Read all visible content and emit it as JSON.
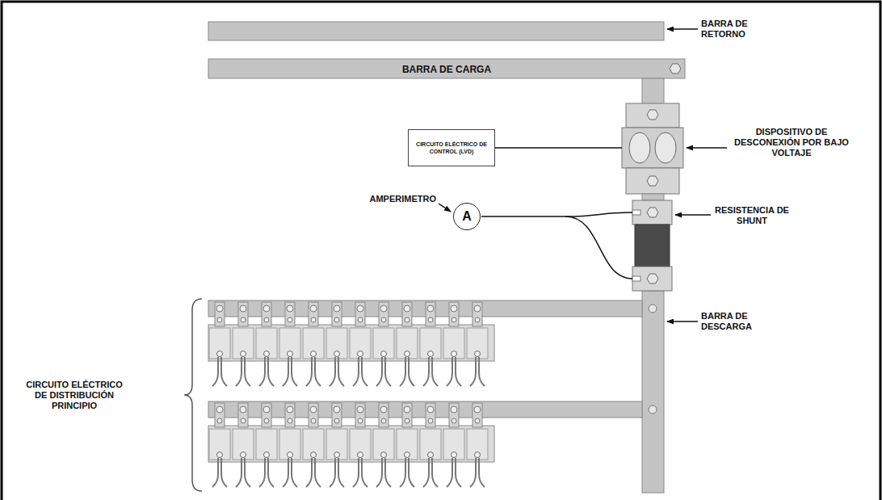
{
  "diagram": {
    "nodes": [
      {
        "text": [
          "BARRA DE CARGA"
        ]
      },
      {
        "text": [
          "CIRCUITO ELÉCTRICO DE CONTROL (LVD)"
        ]
      },
      {
        "text": [
          "A"
        ]
      }
    ],
    "labels": [
      "BARRA DE RETORNO",
      "DISPOSITIVO DE DESCONEXIÓN POR BAJO VOLTAJE",
      "AMPERIMETRO",
      "RESISTENCIA DE SHUNT",
      "BARRA DE DESCARGA",
      "CIRCUITO ELÉCTRICO DE DISTRIBUCIÓN PRINCIPIO"
    ]
  }
}
